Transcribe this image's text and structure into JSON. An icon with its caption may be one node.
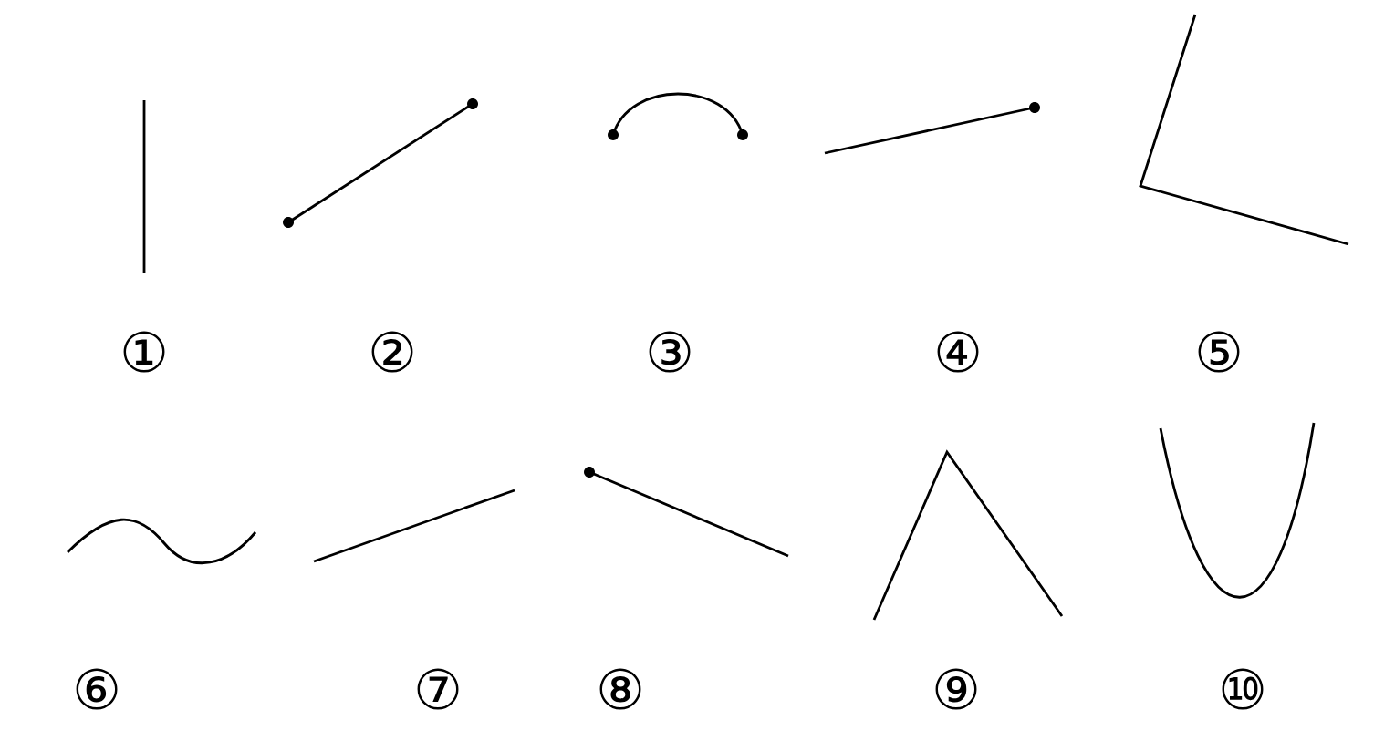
{
  "diagram": {
    "labels": [
      "①",
      "②",
      "③",
      "④",
      "⑤",
      "⑥",
      "⑦",
      "⑧",
      "⑨",
      "⑩"
    ]
  }
}
